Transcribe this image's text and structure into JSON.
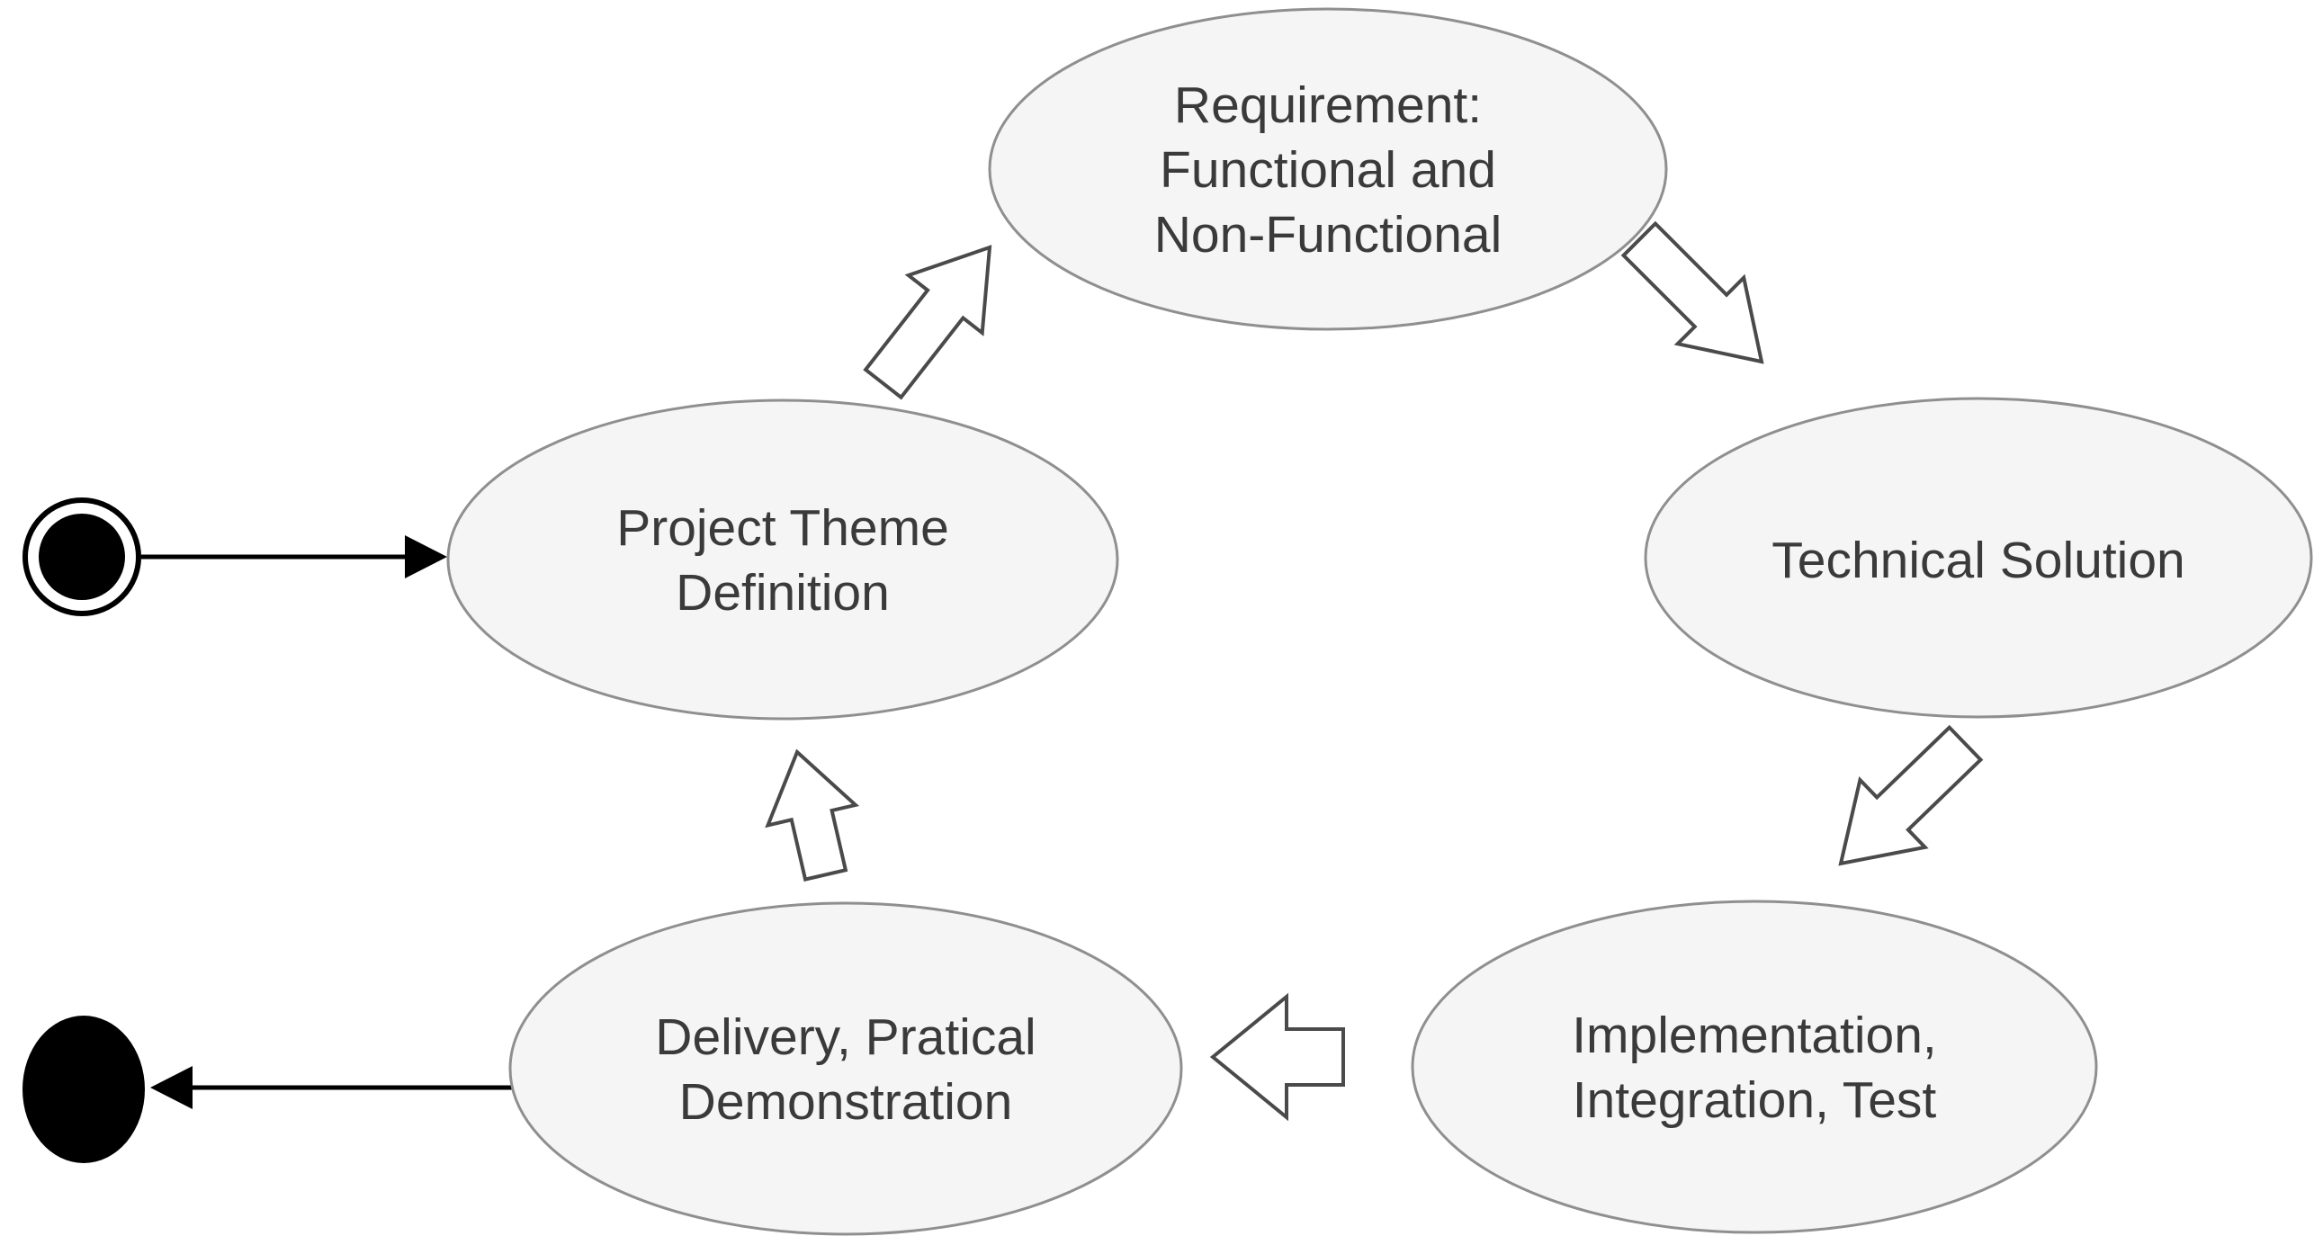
{
  "diagram": {
    "kind": "uml-activity-cycle-diagram",
    "colors": {
      "background": "#ffffff",
      "node_fill": "#f5f5f5",
      "node_border": "#8f8f8f",
      "label_text": "#3a3a3a",
      "block_arrow_fill": "#ffffff",
      "block_arrow_outline": "#4a4a4a",
      "connector": "#000000"
    },
    "nodes": [
      {
        "id": "project-theme-definition",
        "lines": [
          "Project Theme",
          "Definition"
        ]
      },
      {
        "id": "requirement",
        "lines": [
          "Requirement:",
          "Functional and",
          "Non-Functional"
        ]
      },
      {
        "id": "technical-solution",
        "lines": [
          "Technical Solution"
        ]
      },
      {
        "id": "implementation-integration-test",
        "lines": [
          "Implementation,",
          "Integration, Test"
        ]
      },
      {
        "id": "delivery-practical-demonstration",
        "lines": [
          "Delivery, Pratical",
          "Demonstration"
        ]
      }
    ],
    "flows": [
      {
        "id": "start-to-project-theme",
        "type": "solid-arrow",
        "from": "initial-node",
        "to": "project-theme-definition"
      },
      {
        "id": "project-theme-to-requirement",
        "type": "block-arrow",
        "direction": "up-right"
      },
      {
        "id": "requirement-to-technical",
        "type": "block-arrow",
        "direction": "down-right"
      },
      {
        "id": "technical-to-implementation",
        "type": "block-arrow",
        "direction": "down-left"
      },
      {
        "id": "implementation-to-delivery",
        "type": "block-arrow",
        "direction": "left"
      },
      {
        "id": "delivery-to-project-theme",
        "type": "block-arrow",
        "direction": "up"
      },
      {
        "id": "delivery-to-end",
        "type": "solid-arrow",
        "from": "delivery-practical-demonstration",
        "to": "final-node"
      }
    ]
  }
}
